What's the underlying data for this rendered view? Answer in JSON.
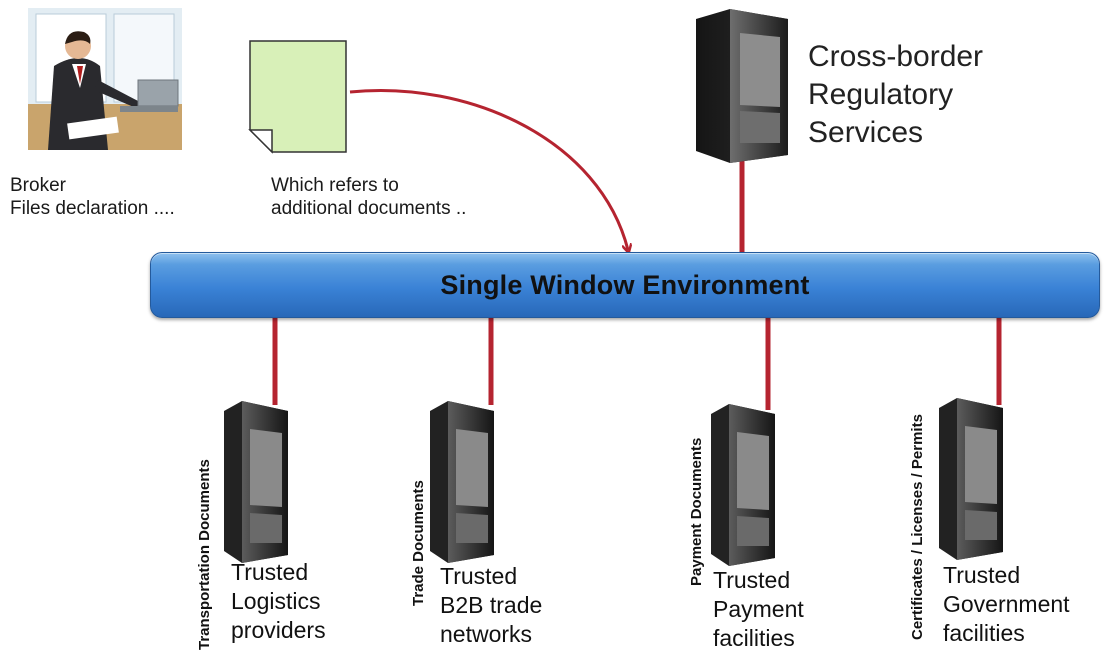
{
  "broker": {
    "caption": [
      "Broker",
      "Files declaration ...."
    ]
  },
  "document": {
    "caption": [
      "Which refers to",
      "additional documents .."
    ]
  },
  "regulatory": {
    "label": [
      "Cross-border",
      "Regulatory",
      "Services"
    ]
  },
  "environment": {
    "label": "Single Window Environment"
  },
  "nodes": [
    {
      "category": "Transportation Documents",
      "label": [
        "Trusted",
        "Logistics",
        "providers"
      ]
    },
    {
      "category": "Trade Documents",
      "label": [
        "Trusted",
        "B2B trade",
        "networks"
      ]
    },
    {
      "category": "Payment Documents",
      "label": [
        "Trusted",
        "Payment",
        "facilities"
      ]
    },
    {
      "category": "Certificates / Licenses / Permits",
      "label": [
        "Trusted",
        "Government",
        "facilities"
      ]
    }
  ],
  "colors": {
    "connector": "#b52430",
    "bar": "#3a82d6",
    "note": "#d8f0b8"
  },
  "icons": [
    "broker-icon",
    "document-icon",
    "server-icon"
  ]
}
